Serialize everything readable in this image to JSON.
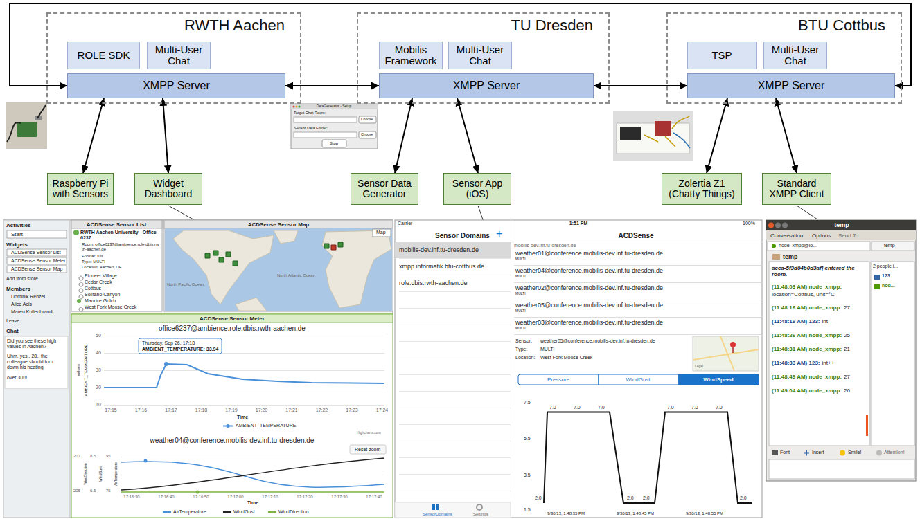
{
  "diagram": {
    "nodes": [
      {
        "text": [
          "RWTH Aachen"
        ]
      },
      {
        "text": [
          "ROLE SDK"
        ],
        "in": 0
      },
      {
        "text": [
          "Multi-User Chat"
        ],
        "in": 0
      },
      {
        "text": [
          "XMPP Server"
        ],
        "in": 0
      },
      {
        "text": [
          "TU Dresden"
        ]
      },
      {
        "text": [
          "Mobilis Framework"
        ],
        "in": 4
      },
      {
        "text": [
          "Multi-User Chat"
        ],
        "in": 4
      },
      {
        "text": [
          "XMPP Server"
        ],
        "in": 4
      },
      {
        "text": [
          "BTU Cottbus"
        ]
      },
      {
        "text": [
          "TSP"
        ],
        "in": 8
      },
      {
        "text": [
          "Multi-User Chat"
        ],
        "in": 8
      },
      {
        "text": [
          "XMPP Server"
        ],
        "in": 8
      },
      {
        "text": [
          "Raspberry Pi with Sensors"
        ]
      },
      {
        "text": [
          "Widget Dashboard"
        ]
      },
      {
        "text": [
          "Sensor Data Generator"
        ]
      },
      {
        "text": [
          "Sensor App (iOS)"
        ]
      },
      {
        "text": [
          "Zolertia Z1 (Chatty Things)"
        ]
      },
      {
        "text": [
          "Standard XMPP Client"
        ]
      }
    ],
    "edges": [
      {
        "from": 3,
        "to": 7,
        "arrow": "both"
      },
      {
        "from": 7,
        "to": 11,
        "arrow": "both"
      },
      {
        "from": 3,
        "to": 11,
        "arrow": "both"
      },
      {
        "from": 12,
        "to": 3,
        "arrow": "both"
      },
      {
        "from": 13,
        "to": 3,
        "arrow": "both"
      },
      {
        "from": 14,
        "to": 7,
        "arrow": "both"
      },
      {
        "from": 15,
        "to": 7,
        "arrow": "both"
      },
      {
        "from": 16,
        "to": 11,
        "arrow": "both"
      },
      {
        "from": 17,
        "to": 11,
        "arrow": "both"
      }
    ],
    "labels": [
      "Activities",
      "Start",
      "Widgets",
      "ACDSense Sensor List",
      "ACDSense Sensor Meter",
      "ACDSense Sensor Map",
      "Add from store",
      "Members",
      "Dominik Renzel",
      "Alice Acis",
      "Maren Kollenbrandt",
      "Leave",
      "Chat",
      "Did you see these high values in Aachen?",
      "Uhm, yes.. 28.. the colleague should turn down his heating.",
      "over 30!!!",
      "ACDSense Sensor List",
      "RWTH Aachen University - Office 6237",
      "Room: office6237@ambience.role.dbis.rwth-aachen.de",
      "Format: full",
      "Type: MULTI",
      "Location: Aachen, DE",
      "Pioneer Village",
      "Cedar Creek",
      "Cottbus",
      "Solitario Canyon",
      "Maurice Gulch",
      "West Fork Moose Creek",
      "ACDSense Sensor Map",
      "Map",
      "North Pacific Ocean",
      "North Atlantic Ocean",
      "ACDSense Sensor Meter",
      "office6237@ambience.role.dbis.rwth-aachen.de",
      "50",
      "40",
      "30",
      "20",
      "10",
      "AMBIENT_TEMPERATURE",
      "Values",
      "Thursday, Sep 26, 17:18",
      "AMBIENT_TEMPERATURE: 33.94",
      "17:15",
      "17:16",
      "17:17",
      "17:18",
      "17:19",
      "17:20",
      "17:21",
      "17:22",
      "17:23",
      "17:24",
      "Time",
      "AMBIENT_TEMPERATURE",
      "Highcharts.com",
      "weather04@conference.mobilis-dev.inf.tu-dresden.de",
      "Reset zoom",
      "207",
      "205",
      "8.5",
      "6.5",
      "95",
      "75",
      "WindDirection",
      "WindGust",
      "AirTemperature",
      "17:16:30",
      "17:16:40",
      "17:16:50",
      "17:17:00",
      "17:17:10",
      "17:17:20",
      "17:17:30",
      "17:17:40",
      "Time",
      "AirTemperature",
      "WindGust",
      "WindDirection",
      "Carrier",
      "1:51 PM",
      "100%",
      "Sensor Domains",
      "+",
      "mobilis-dev.inf.tu-dresden.de",
      "xmpp.informatik.btu-cottbus.de",
      "role.dbis.rwth-aachen.de",
      "ACDSense",
      "mobilis-dev.inf.tu-dresden.de",
      "weather01@conference.mobilis-dev.inf.tu-dresden.de",
      "MULTI",
      "weather04@conference.mobilis-dev.inf.tu-dresden.de",
      "MULTI",
      "weather02@conference.mobilis-dev.inf.tu-dresden.de",
      "MULTI",
      "weather05@conference.mobilis-dev.inf.tu-dresden.de",
      "MULTI",
      "weather03@conference.mobilis-dev.inf.tu-dresden.de",
      "MULTI",
      "Sensor:",
      "weather05@conference.mobilis-dev.inf.tu-dresden.de",
      "Type:",
      "MULTI",
      "Location:",
      "West Fork Moose Creek",
      "Legal",
      "Pressure",
      "WindGust",
      "WindSpeed",
      "7.5",
      "5.5",
      "3.5",
      "1.5",
      "7.0",
      "7.0",
      "7.0",
      "7.0",
      "7.0",
      "7.0",
      "2.0",
      "2.0",
      "2.0",
      "2.0",
      "9/30/13, 1:48:35 PM",
      "9/30/13, 1:48:45 PM",
      "9/30/13, 1:48:55 PM",
      "SensorDomains",
      "Settings",
      "temp",
      "Conversation",
      "Options",
      "Send To",
      "node_xmpp@lo...",
      "temp",
      "temp",
      "acca-5f3d04b0d3af] entered the room.",
      "(11:48:03 AM) node_xmpp:",
      "location=Cottbus, unit=°C",
      "(11:48:16 AM) node_xmpp:",
      "27",
      "(11:48:19 AM) 123:",
      "int--",
      "(11:48:26 AM) node_xmpp:",
      "25",
      "(11:48:31 AM) node_xmpp:",
      "21",
      "(11:48:33 AM) 123:",
      "int++",
      "(11:48:49 AM) node_xmpp:",
      "27",
      "(11:49:04 AM) node_xmpp:",
      "26",
      "2 people i...",
      "123",
      "nod...",
      "Font",
      "Insert",
      "Smile!",
      "Attention!",
      "DataGenerator - Setup",
      "Target Chat Room:",
      "Sensor Data Folder:",
      "Choose",
      "Choose",
      "Stop"
    ]
  }
}
